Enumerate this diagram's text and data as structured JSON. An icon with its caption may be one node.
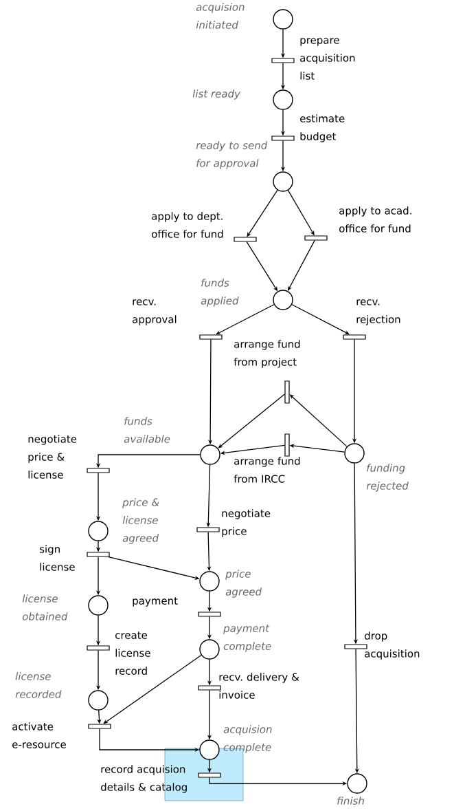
{
  "diagram": {
    "nodes": [
      {
        "text": [],
        "shape": "circle",
        "beside": [
          "acquision initiated"
        ]
      },
      {
        "text": [],
        "shape": "bar",
        "beside": [
          "prepare acquisition list"
        ]
      },
      {
        "text": [],
        "shape": "circle",
        "beside": [
          "list ready"
        ]
      },
      {
        "text": [],
        "shape": "bar",
        "beside": [
          "estimate budget"
        ]
      },
      {
        "text": [],
        "shape": "circle",
        "beside": [
          "ready to send for approval"
        ]
      },
      {
        "text": [],
        "shape": "bar",
        "beside": [
          "apply to dept. office for fund"
        ]
      },
      {
        "text": [],
        "shape": "bar",
        "beside": [
          "apply to acad. office for fund"
        ]
      },
      {
        "text": [],
        "shape": "circle",
        "beside": [
          "funds applied"
        ]
      },
      {
        "text": [],
        "shape": "bar",
        "beside": [
          "recv. approval"
        ]
      },
      {
        "text": [],
        "shape": "bar",
        "beside": [
          "recv. rejection"
        ]
      },
      {
        "text": [],
        "shape": "bar",
        "beside": [
          "arrange fund from project"
        ]
      },
      {
        "text": [],
        "shape": "circle",
        "beside": [
          "funds available"
        ]
      },
      {
        "text": [],
        "shape": "bar",
        "beside": [
          "arrange fund from IRCC"
        ]
      },
      {
        "text": [],
        "shape": "circle",
        "beside": [
          "funding rejected"
        ]
      },
      {
        "text": [],
        "shape": "bar",
        "beside": [
          "negotiate price & license"
        ]
      },
      {
        "text": [],
        "shape": "circle",
        "beside": [
          "price & license agreed"
        ]
      },
      {
        "text": [],
        "shape": "bar",
        "beside": [
          "sign license"
        ]
      },
      {
        "text": [],
        "shape": "bar",
        "beside": [
          "negotiate price"
        ]
      },
      {
        "text": [],
        "shape": "circle",
        "beside": [
          "price agreed"
        ]
      },
      {
        "text": [],
        "shape": "circle",
        "beside": [
          "license obtained"
        ]
      },
      {
        "text": [],
        "shape": "bar",
        "beside": [
          "payment"
        ]
      },
      {
        "text": [],
        "shape": "circle",
        "beside": [
          "payment complete"
        ]
      },
      {
        "text": [],
        "shape": "bar",
        "beside": [
          "create license record"
        ]
      },
      {
        "text": [],
        "shape": "bar",
        "beside": [
          "drop acquisition"
        ]
      },
      {
        "text": [],
        "shape": "bar",
        "beside": [
          "recv. delivery & invoice"
        ]
      },
      {
        "text": [],
        "shape": "circle",
        "beside": [
          "license recorded"
        ]
      },
      {
        "text": [],
        "shape": "bar",
        "beside": [
          "activate e-resource"
        ]
      },
      {
        "text": [],
        "shape": "circle",
        "beside": [
          "acquision complete"
        ]
      },
      {
        "text": [],
        "shape": "bar",
        "beside": [
          "record acquision details & catalog"
        ]
      },
      {
        "text": [],
        "shape": "circle",
        "beside": [
          "finish"
        ]
      }
    ],
    "edges": [
      {
        "from": 0,
        "to": 1,
        "arrow": "to"
      },
      {
        "from": 1,
        "to": 2,
        "arrow": "to"
      },
      {
        "from": 2,
        "to": 3,
        "arrow": "to"
      },
      {
        "from": 3,
        "to": 4,
        "arrow": "to"
      },
      {
        "from": 4,
        "to": 5,
        "arrow": "to"
      },
      {
        "from": 4,
        "to": 6,
        "arrow": "to"
      },
      {
        "from": 5,
        "to": 7,
        "arrow": "to"
      },
      {
        "from": 6,
        "to": 7,
        "arrow": "to"
      },
      {
        "from": 7,
        "to": 8,
        "arrow": "to"
      },
      {
        "from": 7,
        "to": 9,
        "arrow": "to"
      },
      {
        "from": 8,
        "to": 11,
        "arrow": "to"
      },
      {
        "from": 9,
        "to": 13,
        "arrow": "to"
      },
      {
        "from": 13,
        "to": 10,
        "arrow": "to"
      },
      {
        "from": 10,
        "to": 11,
        "arrow": "to"
      },
      {
        "from": 13,
        "to": 12,
        "arrow": "to"
      },
      {
        "from": 12,
        "to": 11,
        "arrow": "to"
      },
      {
        "from": 11,
        "to": 14,
        "arrow": "to"
      },
      {
        "from": 14,
        "to": 15,
        "arrow": "to"
      },
      {
        "from": 15,
        "to": 16,
        "arrow": "to"
      },
      {
        "from": 16,
        "to": 19,
        "arrow": "to"
      },
      {
        "from": 16,
        "to": 18,
        "arrow": "to"
      },
      {
        "from": 11,
        "to": 17,
        "arrow": "to"
      },
      {
        "from": 17,
        "to": 18,
        "arrow": "to"
      },
      {
        "from": 18,
        "to": 20,
        "arrow": "to"
      },
      {
        "from": 20,
        "to": 21,
        "arrow": "to"
      },
      {
        "from": 19,
        "to": 22,
        "arrow": "to"
      },
      {
        "from": 22,
        "to": 25,
        "arrow": "to"
      },
      {
        "from": 21,
        "to": 24,
        "arrow": "to"
      },
      {
        "from": 24,
        "to": 27,
        "arrow": "to"
      },
      {
        "from": 25,
        "to": 26,
        "arrow": "to"
      },
      {
        "from": 21,
        "to": 26,
        "arrow": "to"
      },
      {
        "from": 26,
        "to": 27,
        "arrow": "to"
      },
      {
        "from": 27,
        "to": 28,
        "arrow": "to"
      },
      {
        "from": 28,
        "to": 29,
        "arrow": "to"
      },
      {
        "from": 13,
        "to": 23,
        "arrow": "to"
      },
      {
        "from": 23,
        "to": 29,
        "arrow": "to"
      }
    ]
  }
}
